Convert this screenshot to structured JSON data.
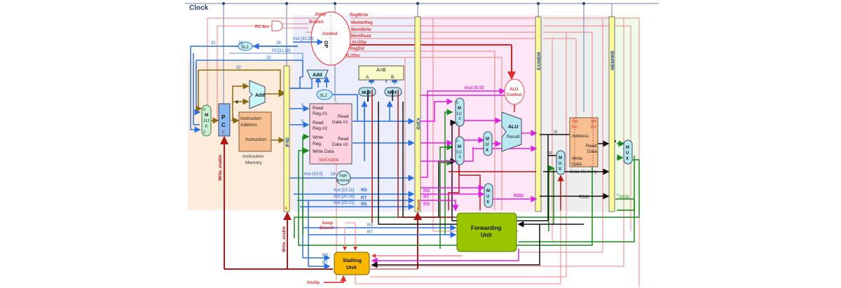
{
  "diagram": {
    "clock_label": "Clock",
    "control": {
      "title": "Control",
      "op_label": "OP",
      "inputs": [
        "Jump",
        "Branch"
      ],
      "outputs": [
        "RegWrite",
        "MemtoReg",
        "MemWrite",
        "MemRead",
        "ALUOp",
        "RegDst",
        "ALUSrc"
      ],
      "inst_label": "Inst [31:26]",
      "pcsrc_label": "PC Src"
    },
    "fetch": {
      "pc_label": "P\nC",
      "pc_enable": "E",
      "mux_label": [
        "0",
        "M",
        "1U",
        "X",
        "2"
      ],
      "add_label": "Add",
      "const_four": "4",
      "instruction_memory": {
        "address": "Instruction Address",
        "instruction": "Instruction",
        "caption": "Instruction Memory"
      },
      "write_enable": "Write_enable",
      "bus_widths": [
        "32",
        "28",
        "28",
        "32",
        "32"
      ],
      "pc_bits": "PC[31:28]",
      "sl2": "SL2"
    },
    "pipeline_registers": {
      "ifid": "IF/ID",
      "ifid_enable": "E",
      "ifid_write_enable": "Write_enable",
      "idex": "ID/EX",
      "idex_reset": "Reset",
      "exmem": "EX/MEM",
      "memwb": "MEM/WB"
    },
    "decode": {
      "add_label": "Add",
      "sl2": "SL2",
      "comparator": "A=B",
      "comp_a": "A",
      "comp_b": "B",
      "mux_label": "MUX",
      "regfile": {
        "read_reg1": "Read Reg.#1",
        "read_reg2": "Read Reg.#2",
        "write_reg": "Write Reg.",
        "write_data": "Write Data",
        "read_data1": "Read Data #1",
        "read_data2": "Read Data #2",
        "wr_enable": "WrEnable"
      },
      "sign_extend": "Sign Extend",
      "inst_15_0": "Inst [15:0]",
      "width_16": "16",
      "width_5": "5",
      "fields": [
        {
          "bits": "Inst [15:11]",
          "name": "RD"
        },
        {
          "bits": "Inst [20:16]",
          "name": "RT"
        },
        {
          "bits": "Inst [25:21]",
          "name": "RS"
        }
      ]
    },
    "execute": {
      "alu_control": "ALU Control",
      "inst_5_0": "Inst [5:0]",
      "alu": "ALU",
      "alu_result": "Result",
      "fwd_mux_label": [
        "0",
        "M",
        "1U",
        "X",
        "2"
      ],
      "mux_label": "MUX",
      "ex_regs": [
        "RD",
        "RT",
        "RS"
      ],
      "rdd": "RDD"
    },
    "memory": {
      "data_memory": {
        "rd_en": "Rd En",
        "wr_en": "Wr En",
        "address": "Address",
        "write_data": "Write Data",
        "read_data": "Read Data",
        "caption": "Data Memory"
      },
      "width_32": "32",
      "rdd": "RDD"
    },
    "writeback": {
      "mux_label": "MUX",
      "rdd": "RDD",
      "width_5": "5"
    },
    "forwarding_unit": "Forwarding Unit",
    "stalling_unit": {
      "title": "Stalling Unit",
      "inputs": [
        "Jump",
        "Branch",
        "RS",
        "RT",
        "AluOp"
      ],
      "bus_labels": [
        "RS",
        "RT"
      ]
    },
    "colors": {
      "control_red": "#e84a4a",
      "dark_red": "#b01818",
      "data_blue": "#2a6fe0",
      "writeback_green": "#1a8a1a",
      "forward_black": "#111111",
      "ex_magenta": "#e020e0",
      "fetch_brown": "#8a6a10",
      "pipeline_yellow": "#fafa9a",
      "forwarding_green": "#99c400",
      "stalling_orange": "#f8b800",
      "regfile_pink": "#ffd0e0",
      "memory_orange": "#f8c090"
    }
  }
}
